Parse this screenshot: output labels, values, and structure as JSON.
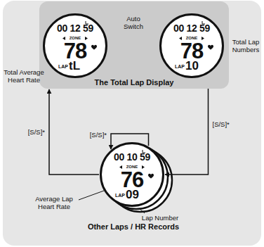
{
  "diagram": {
    "nodes": [
      {
        "text": [
          "The Total Lap Display"
        ]
      },
      {
        "text": [
          "00 12 59",
          "ZONE",
          "78",
          "LAP",
          "tL"
        ],
        "in": 0
      },
      {
        "text": [
          "00 12 59",
          "ZONE",
          "78",
          "LAP",
          "10"
        ],
        "in": 0
      },
      {
        "text": [
          "00 10 59",
          "ZONE",
          "76",
          "LAP",
          "09"
        ]
      }
    ],
    "edges": [
      {
        "from": 1,
        "to": 2,
        "arrow": "both",
        "label": "Auto Switch"
      },
      {
        "from": 2,
        "to": 3,
        "arrow": "to",
        "label": "[S/S]*"
      },
      {
        "from": 3,
        "to": 3,
        "arrow": "to",
        "label": "[S/S]*"
      },
      {
        "from": 3,
        "to": 0,
        "arrow": "to",
        "label": "[S/S]*"
      }
    ],
    "labels": [
      "Total Average Heart Rate",
      "Total Lap Numbers",
      "Average Lap Heart Rate",
      "Lap Number",
      "Other Laps / HR Records"
    ]
  }
}
